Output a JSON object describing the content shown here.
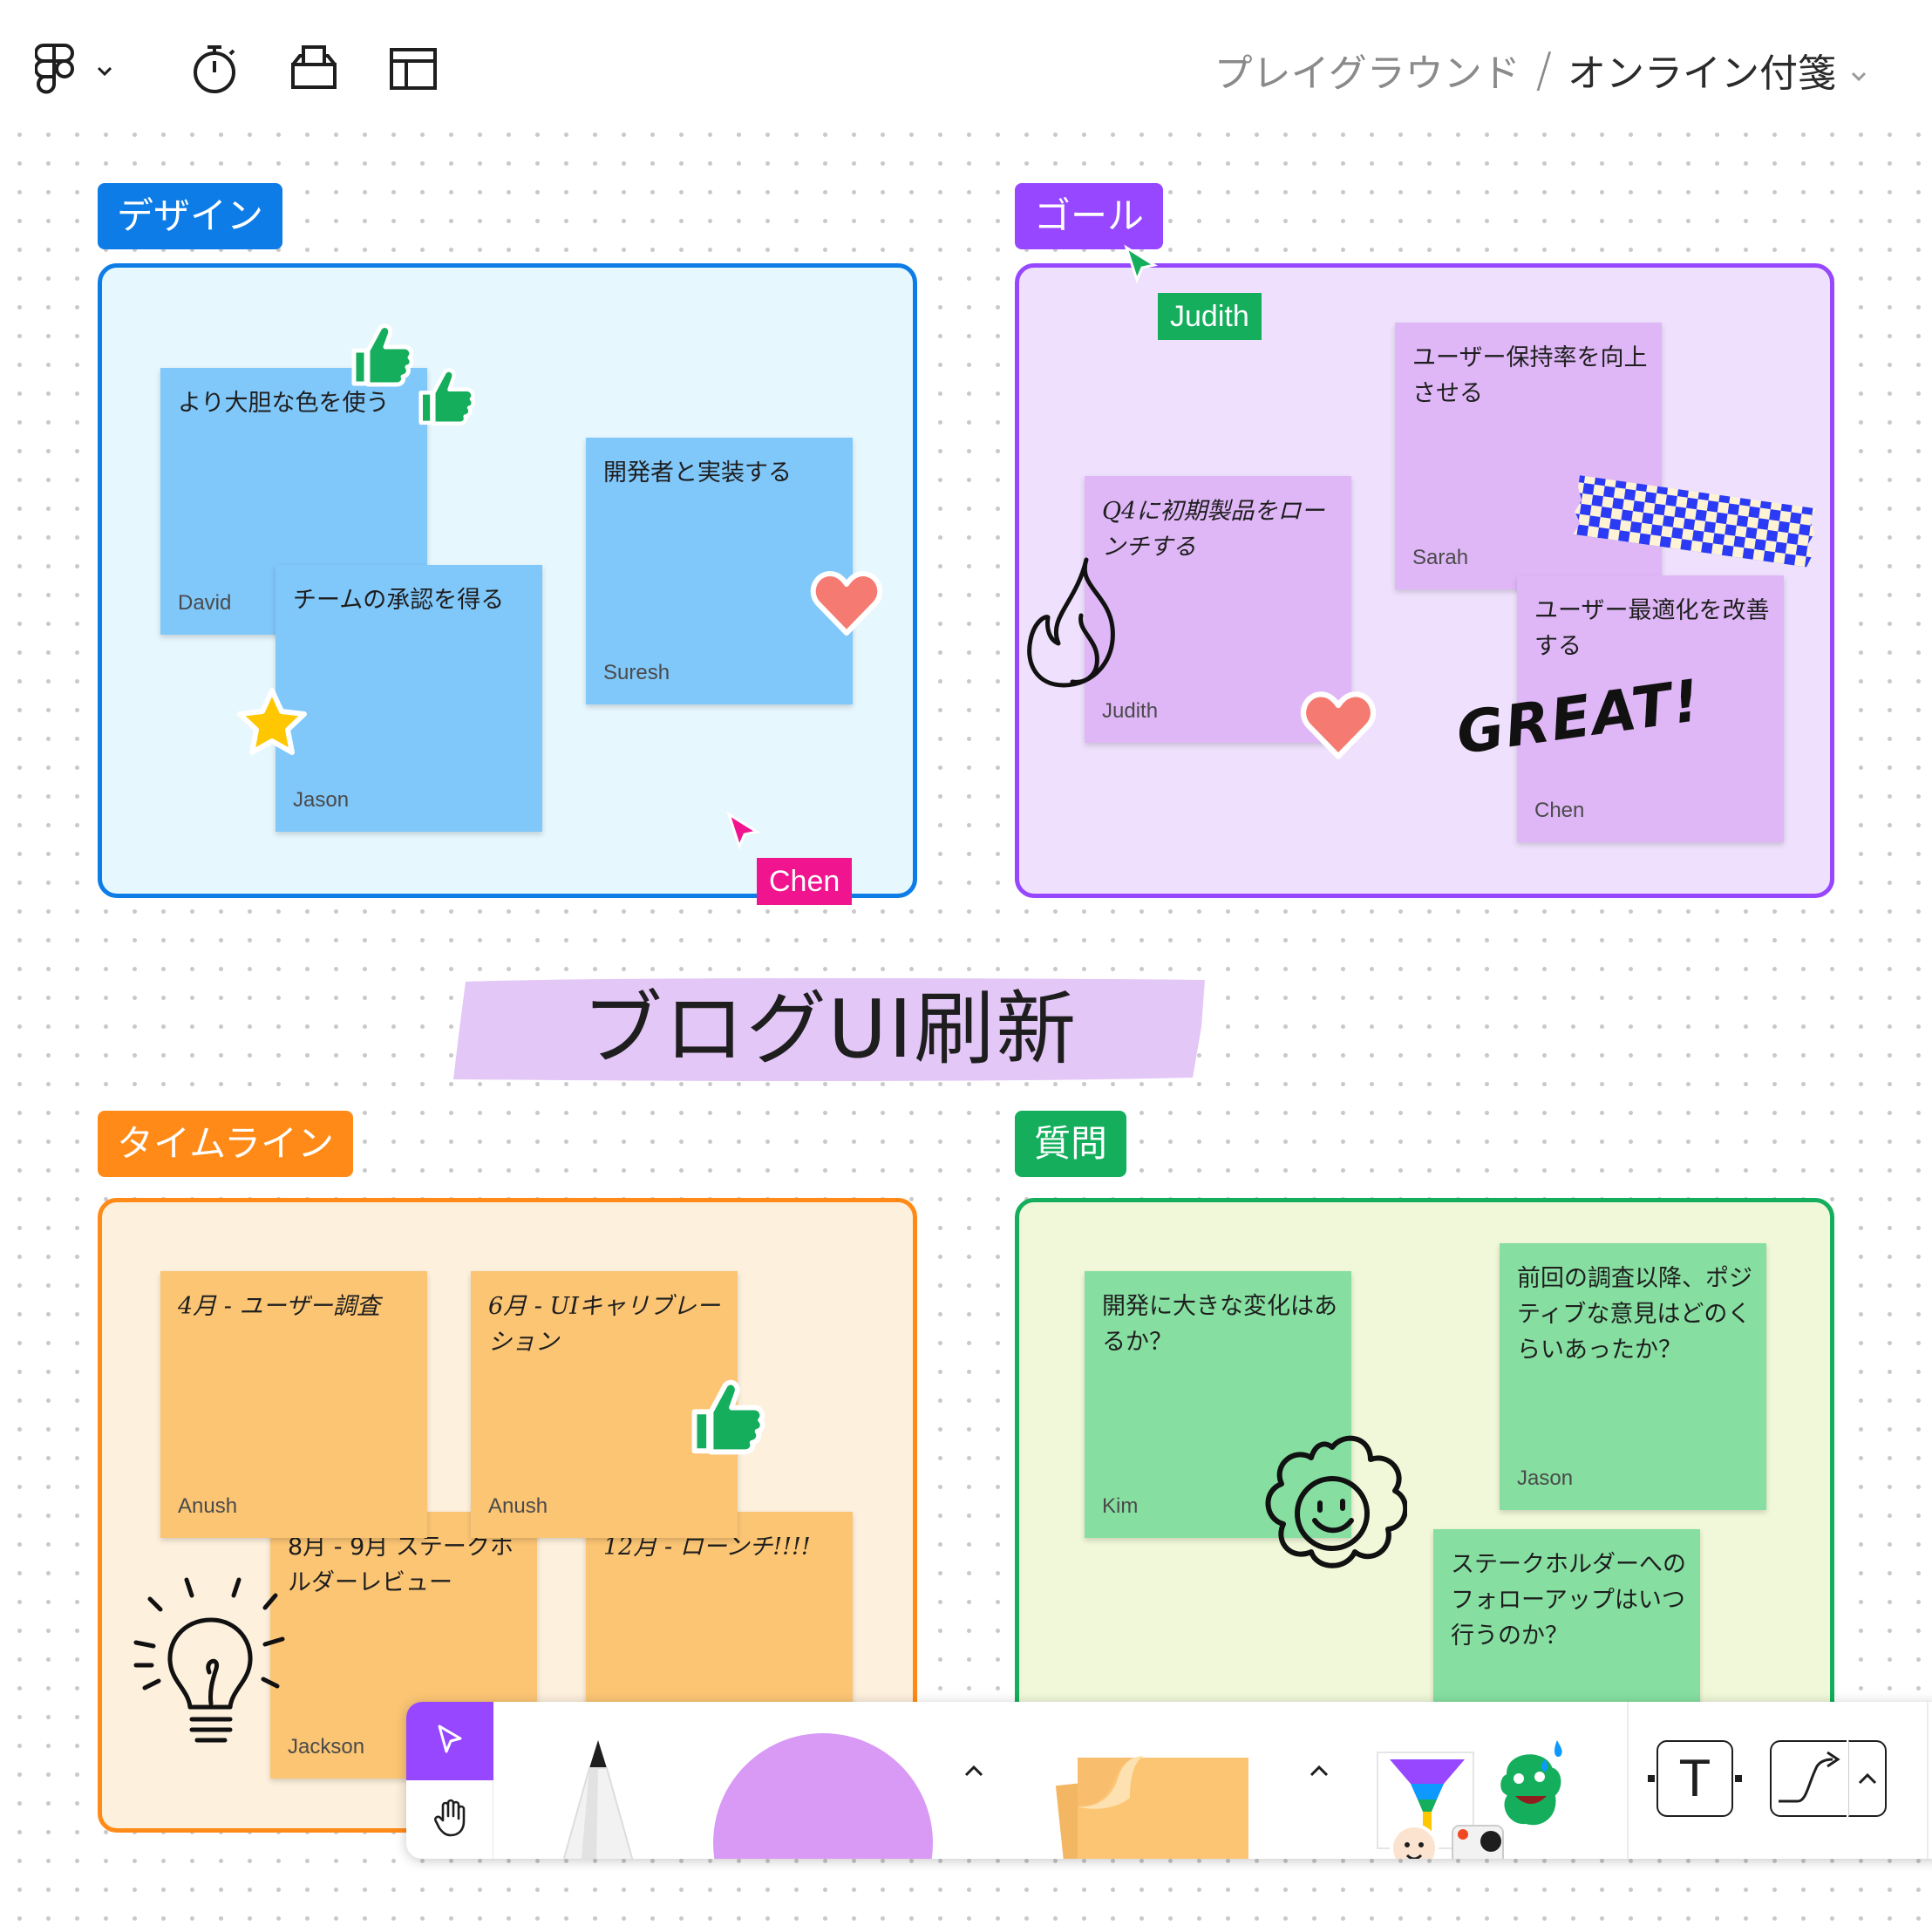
{
  "header": {
    "project": "プレイグラウンド",
    "separator": "/",
    "file_name": "オンライン付箋"
  },
  "icons": {
    "menu": "figma-logo-icon",
    "menu_chevron": "chevron-down-icon",
    "timer": "timer-icon",
    "voting": "ballot-box-icon",
    "layout": "layout-icon",
    "file_chevron": "chevron-down-icon"
  },
  "sections": {
    "design": {
      "label": "デザイン",
      "color": "#0d7ce6",
      "bg": "#e6f7fd",
      "notes": [
        {
          "text": "より大胆な色を使う",
          "author": "David"
        },
        {
          "text": "チームの承認を得る",
          "author": "Jason"
        },
        {
          "text": "開発者と実装する",
          "author": "Suresh"
        }
      ]
    },
    "goal": {
      "label": "ゴール",
      "color": "#9747ff",
      "bg": "#efe1fd",
      "notes": [
        {
          "text": "ユーザー保持率を向上させる",
          "author": "Sarah"
        },
        {
          "text": "Q4に初期製品をローンチする",
          "author": "Judith"
        },
        {
          "text": "ユーザー最適化を改善する",
          "author": "Chen"
        }
      ],
      "sticker_text": "GREAT!"
    },
    "timeline": {
      "label": "タイムライン",
      "color": "#ff8a17",
      "bg": "#fdf0dd",
      "notes": [
        {
          "text": "4月 - ユーザー調査",
          "author": "Anush"
        },
        {
          "text": "6月 - UIキャリブレーション",
          "author": "Anush"
        },
        {
          "text": "8月 - 9月 ステークホルダーレビュー",
          "author": "Jackson"
        },
        {
          "text": "12月 - ローンチ!!!!",
          "author": ""
        }
      ]
    },
    "questions": {
      "label": "質問",
      "color": "#14ae5c",
      "bg": "#f0f8d9",
      "notes": [
        {
          "text": "開発に大きな変化はあるか？",
          "author": "Kim"
        },
        {
          "text": "前回の調査以降、ポジティブな意見はどのくらいあったか？",
          "author": "Jason"
        },
        {
          "text": "ステークホルダーへのフォローアップはいつ行うのか？",
          "author": ""
        }
      ]
    }
  },
  "board_title": "ブログUI刷新",
  "cursors": [
    {
      "name": "Judith",
      "color": "#14ae5c"
    },
    {
      "name": "Chen",
      "color": "#f0148f"
    }
  ],
  "toolbar": {
    "tools": [
      "select-tool",
      "hand-tool",
      "marker-tool",
      "shape-tool",
      "sticky-note-tool",
      "stamp-sticker-tool",
      "text-tool",
      "connector-tool"
    ],
    "text_tool_glyph": "T",
    "active_color": "#9747ff",
    "shape_color": "#d89af5",
    "sticky_color": "#fbc574"
  }
}
